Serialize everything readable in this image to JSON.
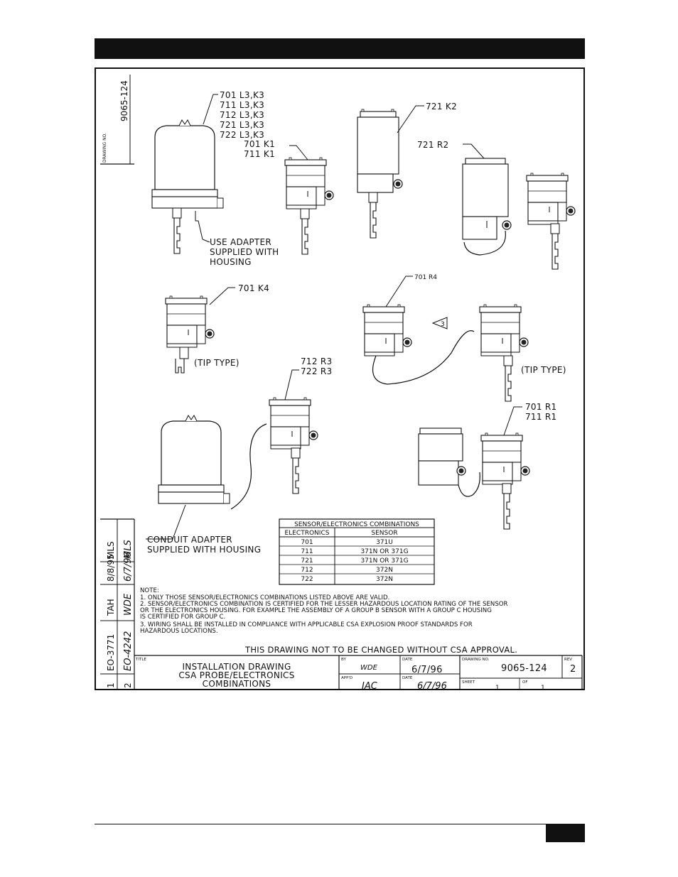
{
  "drawing_no_label": "DRAWING NO.",
  "drawing_no": "9065-124",
  "callouts": {
    "l3k3": [
      "701 L3,K3",
      "711 L3,K3",
      "712 L3,K3",
      "721 L3,K3",
      "722 L3,K3"
    ],
    "k1": [
      "701 K1",
      "711 K1"
    ],
    "k2": "721 K2",
    "r2": "721 R2",
    "adapter": [
      "USE ADAPTER",
      "SUPPLIED WITH",
      "HOUSING"
    ],
    "k4": "701 K4",
    "tip_left": "(TIP TYPE)",
    "r4": "701 R4",
    "triangle": "3",
    "tip_right": "(TIP TYPE)",
    "r3": [
      "712 R3",
      "722 R3"
    ],
    "r1": [
      "701 R1",
      "711 R1"
    ],
    "conduit": [
      "CONDUIT ADAPTER",
      "SUPPLIED WITH HOUSING"
    ]
  },
  "combo_table": {
    "title": "SENSOR/ELECTRONICS COMBINATIONS",
    "headers": [
      "ELECTRONICS",
      "SENSOR"
    ],
    "rows": [
      [
        "701",
        "371U"
      ],
      [
        "711",
        "371N OR 371G"
      ],
      [
        "721",
        "371N OR 371G"
      ],
      [
        "712",
        "372N"
      ],
      [
        "722",
        "372N"
      ]
    ]
  },
  "notes": {
    "title": "NOTE:",
    "lines": [
      "1.  ONLY THOSE SENSOR/ELECTRONICS COMBINATIONS LISTED ABOVE ARE VALID.",
      "2.  SENSOR/ELECTRONICS COMBINATION IS CERTIFIED FOR THE LESSER HAZARDOUS LOCATION RATING OF THE SENSOR",
      "     OR THE ELECTRONICS HOUSING. FOR EXAMPLE THE ASSEMBLY OF A GROUP B SENSOR WITH A GROUP C HOUSING",
      "     IS CERTIFIED FOR GROUP C.",
      "3.  WIRING SHALL BE INSTALLED IN COMPLIANCE WITH APPLICABLE CSA EXPLOSION PROOF STANDARDS FOR",
      "     HAZARDOUS LOCATIONS."
    ]
  },
  "csa_notice": "THIS DRAWING NOT TO BE CHANGED WITHOUT CSA APPROVAL.",
  "revisions": [
    {
      "rev": "1",
      "eo": "EO-3771",
      "by": "TAH",
      "date": "8/8/95",
      "chk": "MLS"
    },
    {
      "rev": "2",
      "eo": "EO-4242",
      "by": "WDE",
      "date": "6/7/96",
      "chk": "MLS"
    }
  ],
  "title_block": {
    "title_label": "TITLE",
    "title": [
      "INSTALLATION DRAWING",
      "CSA PROBE/ELECTRONICS",
      "COMBINATIONS"
    ],
    "by_label": "BY",
    "by": "WDE",
    "date_label": "DATE",
    "date": "6/7/96",
    "appd_label": "APP'D",
    "appd": "JAC",
    "date2_label": "DATE",
    "date2": "6/7/96",
    "drawing_no_label": "DRAWING NO.",
    "drawing_no": "9065-124",
    "rev_label": "REV",
    "rev": "2",
    "sheet_label": "SHEET",
    "sheet": "1",
    "of_label": "OF",
    "of": "1"
  }
}
